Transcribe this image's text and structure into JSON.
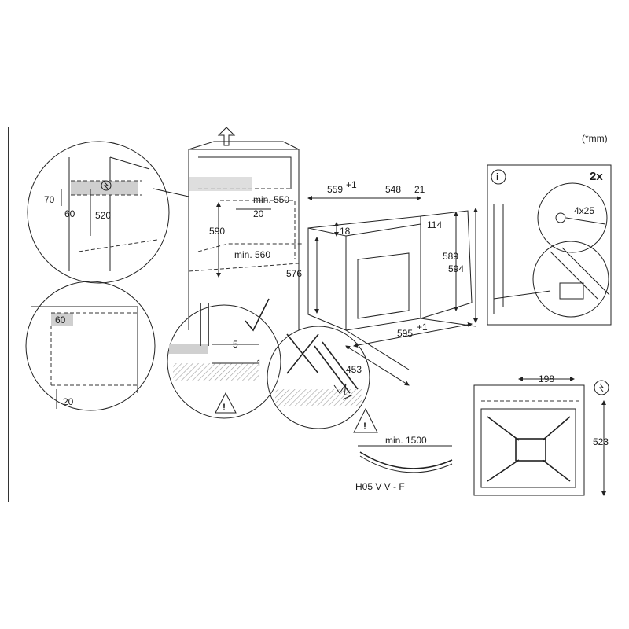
{
  "units_note": "(*mm)",
  "info_panel": {
    "count_label": "2x",
    "screw_label": "4x25"
  },
  "cabinet_cutout": {
    "min_width": "min. 560",
    "min_depth": "min. 550",
    "height": "590",
    "offset": "20"
  },
  "cabinet_top_detail": {
    "vent_height": "70",
    "vent_depth": "60",
    "height": "520"
  },
  "cabinet_bottom_detail": {
    "depth": "60",
    "offset": "20"
  },
  "oven_dims": {
    "depth_total": "559",
    "depth_total_sup": "+1",
    "depth_body": "548",
    "front_thickness": "21",
    "top_offset": "18",
    "front_height": "576",
    "panel_height": "114",
    "inner_height": "589",
    "total_height": "594",
    "width": "595",
    "width_sup": "+1",
    "body_depth_side": "453"
  },
  "gap_detail": {
    "gap_top": "5",
    "gap_bottom": "1"
  },
  "cable": {
    "min_length": "min. 1500",
    "type": "H05 V V - F"
  },
  "hob_detail": {
    "width": "198",
    "height": "523"
  },
  "colors": {
    "line": "#222222",
    "hatch": "#bdbdbd",
    "shade": "#cfcfcf"
  }
}
